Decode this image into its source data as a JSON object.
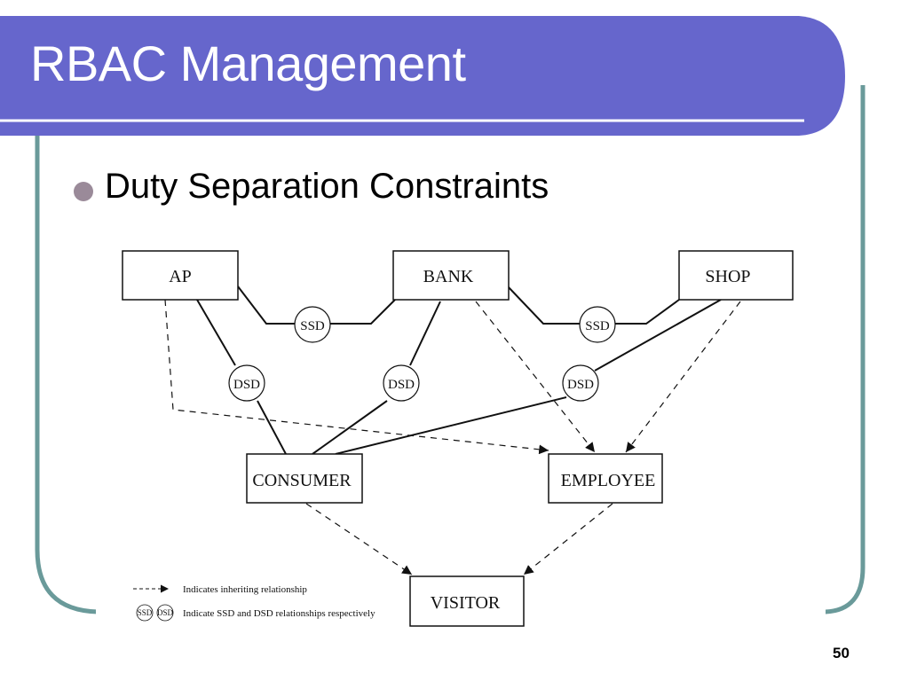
{
  "slide": {
    "title": "RBAC Management",
    "bullet": "Duty Separation Constraints",
    "page_number": "50"
  },
  "colors": {
    "header_band": "#6666cc",
    "frame": "#6a9a9a",
    "bullet": "#9a8a99",
    "underline": "#ffffff"
  },
  "diagram": {
    "roles": {
      "ap": "AP",
      "bank": "BANK",
      "shop": "SHOP",
      "consumer": "CONSUMER",
      "employee": "EMPLOYEE",
      "visitor": "VISITOR"
    },
    "constraints": {
      "ssd_left": "SSD",
      "ssd_right": "SSD",
      "dsd_left": "DSD",
      "dsd_middle": "DSD",
      "dsd_right": "DSD"
    },
    "legend": {
      "inherit_text": "Indicates inheriting relationship",
      "ssd_symbol": "SSD",
      "dsd_symbol": "DSD",
      "constraint_text": "Indicate SSD and DSD relationships respectively"
    }
  }
}
